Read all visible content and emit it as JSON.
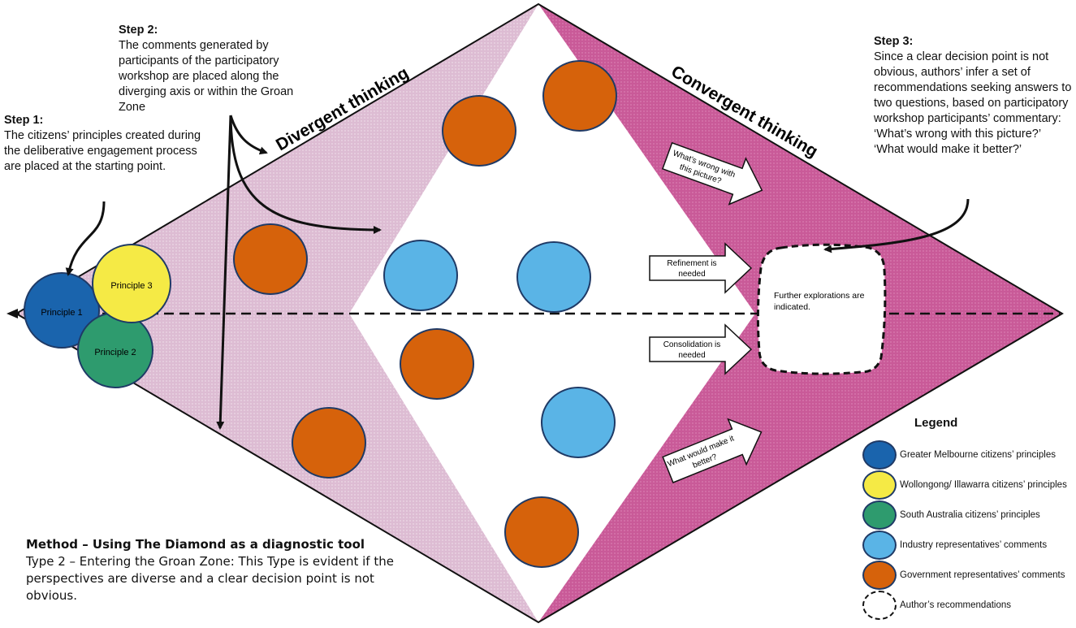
{
  "colors": {
    "left_fill": "#ddbcd3",
    "right_fill": "#c95a98",
    "melbourne": "#1a64ad",
    "wollongong": "#f5ea45",
    "south_australia": "#2e9b6e",
    "industry": "#5ab4e6",
    "government": "#d6620b",
    "outline": "#1f3a66"
  },
  "steps": {
    "step1": {
      "heading": "Step 1:",
      "text": "The citizens’ principles created during the deliberative engagement process are placed at the starting point."
    },
    "step2": {
      "heading": "Step 2:",
      "text": "The comments generated by participants of the participatory workshop are placed along the diverging axis or within the Groan Zone"
    },
    "step3": {
      "heading": "Step 3:",
      "text": "Since a clear decision point is not obvious, authors’ infer a set of recommendations seeking answers to two questions, based on participatory workshop participants’ commentary:",
      "q1": "‘What’s wrong with this picture?’",
      "q2": "‘What would make it better?’"
    }
  },
  "zones": {
    "divergent": "Divergent thinking",
    "convergent": "Convergent thinking"
  },
  "principles": {
    "p1": "Principle 1",
    "p2": "Principle 2",
    "p3": "Principle 3"
  },
  "arrows": {
    "wrong": [
      "What’s wrong with",
      "this picture?"
    ],
    "refinement": [
      "Refinement is",
      "needed"
    ],
    "consolidation": [
      "Consolidation is",
      "needed"
    ],
    "better": [
      "What would make it",
      "better?"
    ]
  },
  "recommendation_box": [
    "Further explorations are",
    "indicated."
  ],
  "method": {
    "title": "Method – Using The Diamond as a diagnostic tool",
    "text": "Type 2 – Entering the Groan Zone: This Type is evident if the perspectives are diverse and a clear decision point is not obvious."
  },
  "legend": {
    "title": "Legend",
    "items": [
      {
        "label": "Greater Melbourne citizens’ principles",
        "color": "#1a64ad"
      },
      {
        "label": "Wollongong/ Illawarra citizens’ principles",
        "color": "#f5ea45"
      },
      {
        "label": "South Australia citizens’ principles",
        "color": "#2e9b6e"
      },
      {
        "label": "Industry representatives’ comments",
        "color": "#5ab4e6"
      },
      {
        "label": "Government representatives’ comments",
        "color": "#d6620b"
      },
      {
        "label": "Author’s recommendations",
        "color": ""
      }
    ]
  }
}
